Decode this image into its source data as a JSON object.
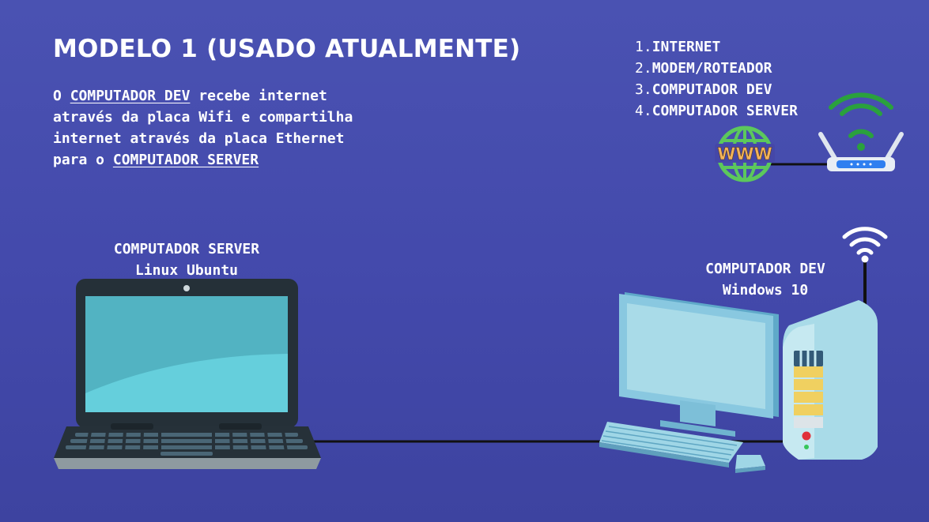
{
  "title": "MODELO 1 (USADO ATUALMENTE)",
  "description": {
    "p1": "O ",
    "link1": "COMPUTADOR DEV",
    "p2": " recebe internet através da placa Wifi e compartilha internet através da placa Ethernet para o ",
    "link2": "COMPUTADOR SERVER"
  },
  "legend": [
    {
      "num": "1.",
      "label": "INTERNET"
    },
    {
      "num": "2.",
      "label": "MODEM/ROTEADOR"
    },
    {
      "num": "3.",
      "label": "COMPUTADOR DEV"
    },
    {
      "num": "4.",
      "label": "COMPUTADOR SERVER"
    }
  ],
  "server": {
    "name": "COMPUTADOR SERVER",
    "os": "Linux Ubuntu"
  },
  "dev": {
    "name": "COMPUTADOR DEV",
    "os": "Windows 10"
  },
  "globe_text": "WWW",
  "icons": [
    "globe-icon",
    "router-icon",
    "wifi-icon",
    "laptop-icon",
    "desktop-monitor-icon",
    "keyboard-icon",
    "mouse-icon",
    "pc-tower-icon"
  ],
  "colors": {
    "background": "#4349ab",
    "text": "#ffffff",
    "globe": "#5cc85c",
    "globe_text": "#f2b35a",
    "wifi_router": "#2aa13d",
    "router_led": "#2f7ff0",
    "laptop_screen": "#5fc6d4",
    "device_light": "#a9dbe8",
    "tower_slots": "#f0d060",
    "cable": "#111111"
  }
}
